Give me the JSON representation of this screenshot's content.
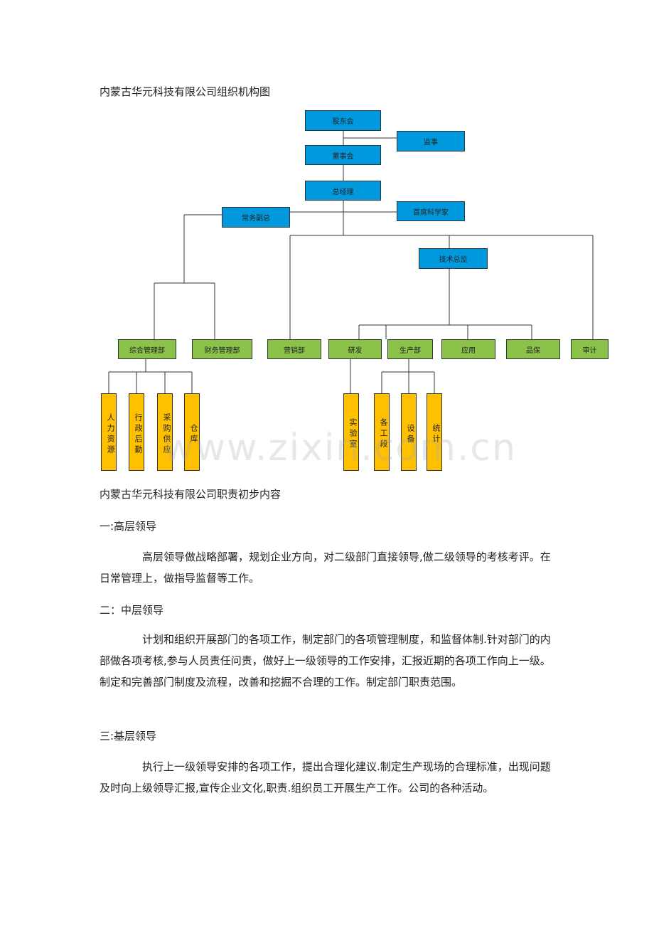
{
  "org_title": "内蒙古华元科技有限公司组织机构图",
  "org": {
    "shareholders": "股东会",
    "supervisor": "监事",
    "board": "董事会",
    "gm": "总经理",
    "chief_scientist": "首席科学家",
    "executive_vp": "常务副总",
    "tech_director": "技术总监",
    "departments": {
      "general_mgmt": "综合管理部",
      "finance": "财务管理部",
      "sales": "营销部",
      "rnd": "研发",
      "production": "生产部",
      "application": "应用",
      "quality": "品保",
      "audit": "审计"
    },
    "sub_units": {
      "hr": "人力资源",
      "admin": "行政后勤",
      "purchasing": "采购供应",
      "warehouse": "仓库",
      "lab": "实验室",
      "sections": "各工段",
      "equipment": "设备",
      "statistics": "统计"
    },
    "colors": {
      "blue": "#0099dd",
      "green": "#8bc34a",
      "yellow": "#ffc000"
    }
  },
  "watermark": "www.zixin.com.cn",
  "duties_title": "内蒙古华元科技有限公司职责初步内容",
  "sections": {
    "senior": {
      "heading": "一:高层领导",
      "text": "高层领导做战略部署，规划企业方向，对二级部门直接领导,做二级领导的考核考评。在日常管理上，做指导监督等工作。"
    },
    "middle": {
      "heading": "二：中层领导",
      "text": "计划和组织开展部门的各项工作，制定部门的各项管理制度，和监督体制.针对部门的内部做各项考核,参与人员责任问责，做好上一级领导的工作安排，汇报近期的各项工作向上一级。制定和完善部门制度及流程，改善和挖掘不合理的工作。制定部门职责范围。"
    },
    "base": {
      "heading": "三:基层领导",
      "text": "执行上一级领导安排的各项工作，提出合理化建议.制定生产现场的合理标准，出现问题及时向上级领导汇报,宣传企业文化,职责.组织员工开展生产工作。公司的各种活动。"
    }
  }
}
